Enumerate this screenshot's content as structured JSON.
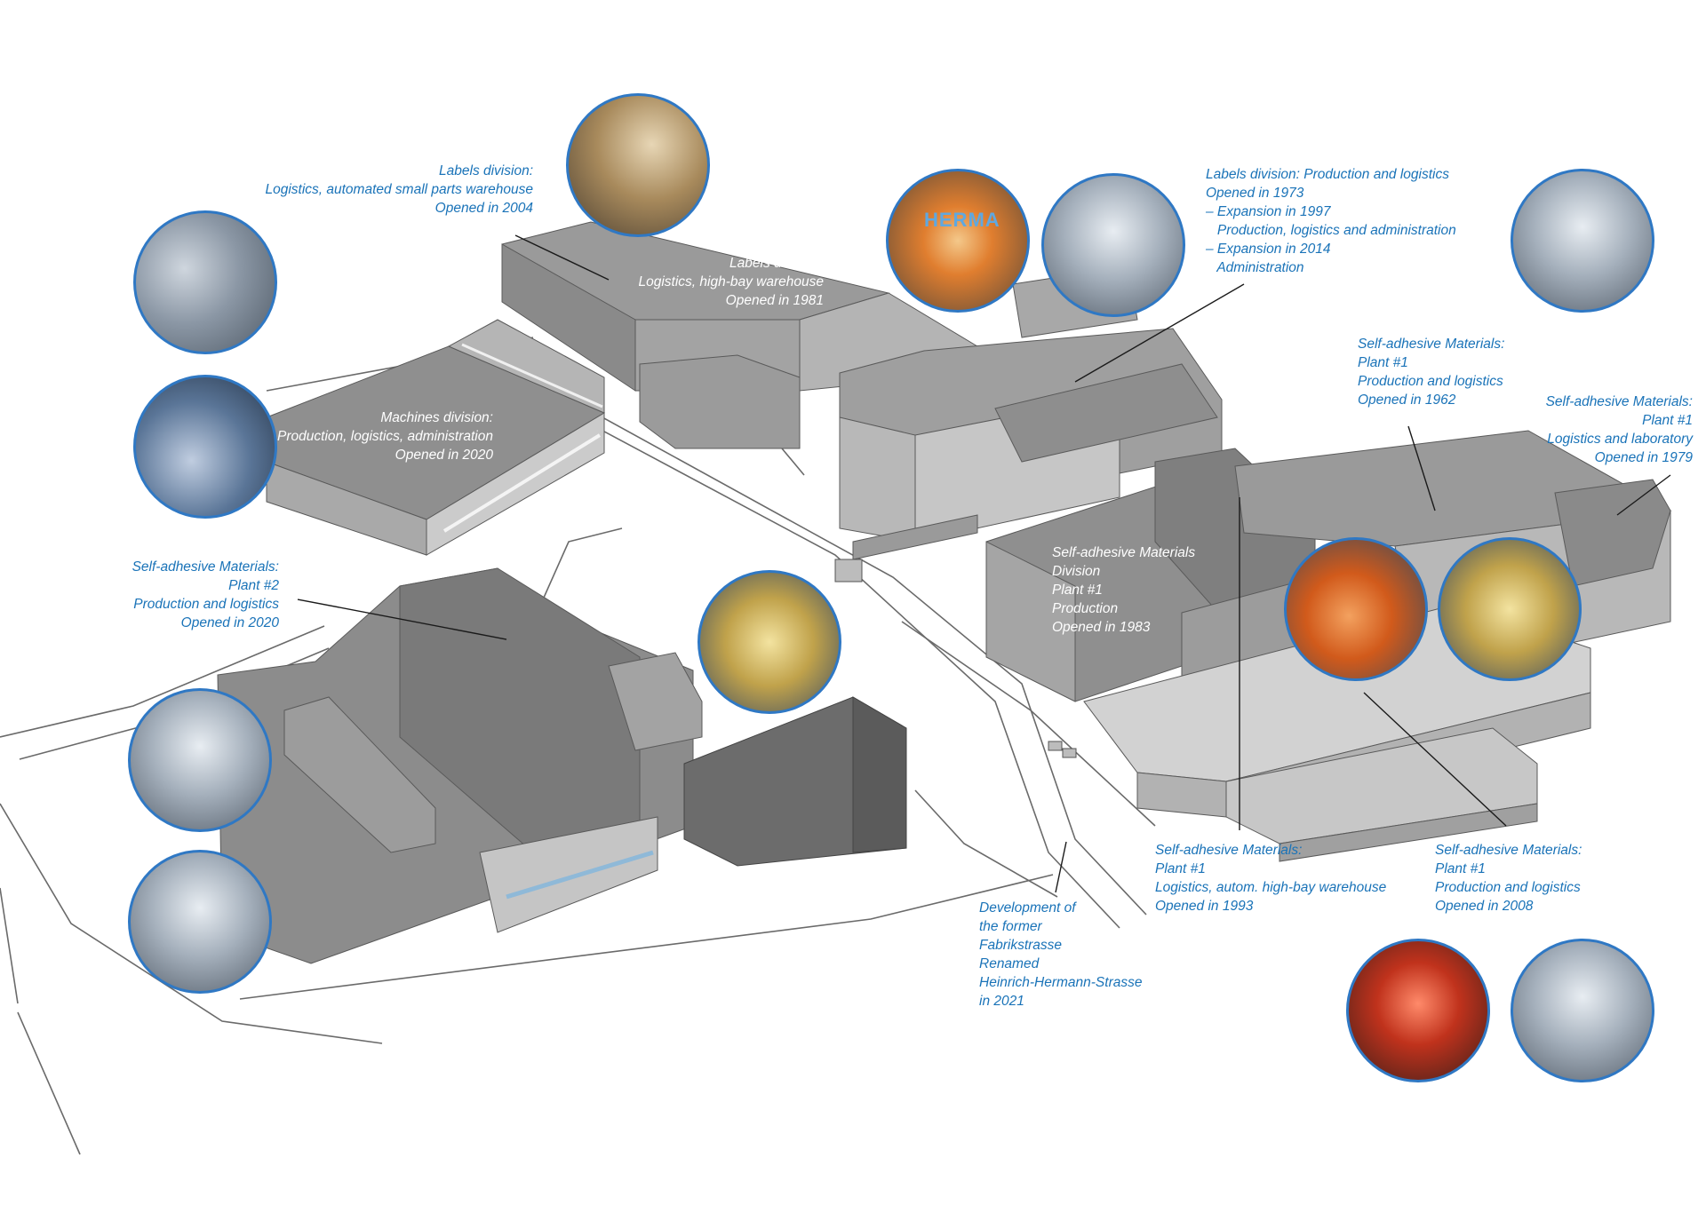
{
  "labels": {
    "labels_small_parts": "Labels division:\nLogistics, automated small parts warehouse\nOpened in 2004",
    "labels_highbay": "Labels division:\nLogistics, high-bay warehouse\nOpened in 1981",
    "labels_production": "Labels division: Production and logistics\nOpened in 1973\n– Expansion in 1997\n   Production, logistics and administration\n– Expansion in 2014\n   Administration",
    "machines": "Machines division:\nProduction, logistics, administration\nOpened in 2020",
    "sam_plant1_1962": "Self-adhesive Materials:\nPlant #1\nProduction and logistics\nOpened in 1962",
    "sam_plant1_1979": "Self-adhesive Materials:\nPlant #1\nLogistics and laboratory\nOpened in 1979",
    "sam_plant2": "Self-adhesive Materials:\nPlant #2\nProduction and logistics\nOpened in 2020",
    "sam_division_1983": "Self-adhesive Materials\nDivision\nPlant #1\nProduction\nOpened in 1983",
    "sam_highbay_1993": "Self-adhesive Materials:\nPlant #1\nLogistics, autom. high-bay warehouse\nOpened in 1993",
    "sam_2008": "Self-adhesive Materials:\nPlant #1\nProduction and logistics\nOpened in 2008",
    "street": "Development of\nthe former\nFabrikstrasse\nRenamed\nHeinrich-Hermann-Strasse\nin 2021"
  },
  "logo_text": "HERMA",
  "colors": {
    "label_blue": "#1a73b8",
    "photo_border": "#2f78c4",
    "building_light": "#a6a6a6",
    "building_mid": "#8c8c8c",
    "building_dark": "#6e6e6e",
    "leader_line": "#1a1a1a"
  }
}
